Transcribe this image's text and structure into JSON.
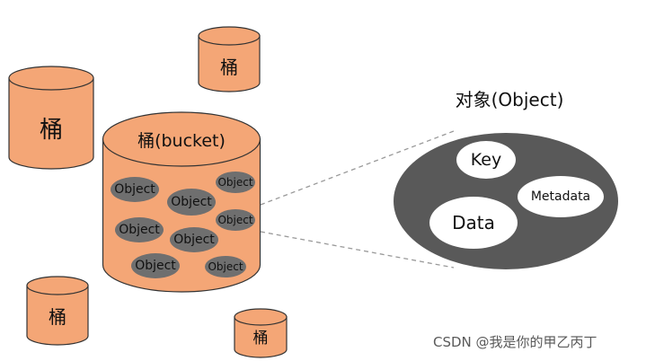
{
  "colors": {
    "bucket_fill": "#f4a676",
    "bucket_stroke": "#333333",
    "object_pill": "#6f6f6f",
    "object_panel": "#595959",
    "dashed_line": "#999999"
  },
  "labels": {
    "small_bucket": "桶",
    "main_bucket": "桶(bucket)",
    "object_chip": "Object",
    "object_title": "对象(Object)",
    "key": "Key",
    "metadata": "Metadata",
    "data": "Data"
  },
  "watermark": "CSDN @我是你的甲乙丙丁"
}
